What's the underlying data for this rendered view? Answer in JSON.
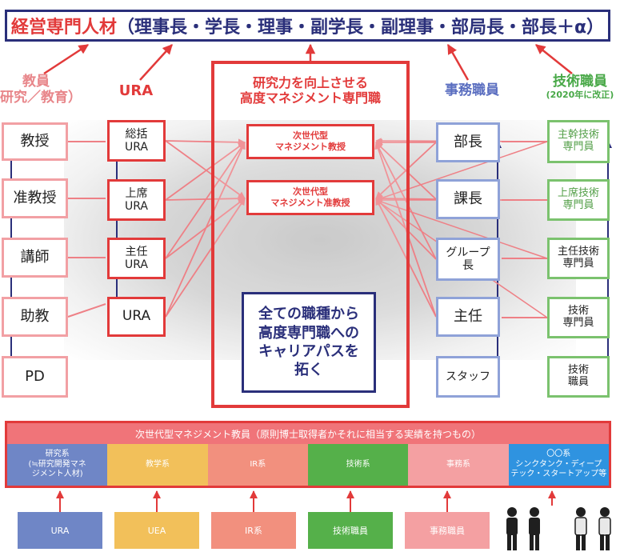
{
  "header": {
    "title_main": "経営専門人材",
    "title_rest": "（理事長・学長・理事・副学長・副理事・部局長・部長＋α）"
  },
  "columns": {
    "faculty": {
      "title": "教員",
      "subtitle": "研究／教育）",
      "items": [
        "教授",
        "准教授",
        "講師",
        "助教",
        "PD"
      ]
    },
    "ura": {
      "title": "URA",
      "items": [
        "総括\nURA",
        "上席\nURA",
        "主任\nURA",
        "URA"
      ]
    },
    "admin": {
      "title": "事務職員",
      "items": [
        "部長",
        "課長",
        "グループ\n長",
        "主任",
        "スタッフ"
      ]
    },
    "tech": {
      "title": "技術職員",
      "subtitle": "(2020年に改正)",
      "items": [
        "主幹技術\n専門員",
        "上席技術\n専門員",
        "主任技術\n専門員",
        "技術\n専門員",
        "技術\n職員"
      ]
    }
  },
  "center": {
    "title": "研究力を向上させる\n高度マネジメント専門職",
    "next_prof": "次世代型\nマネジメント教授",
    "next_assoc": "次世代型\nマネジメント准教授",
    "career_path": "全ての職種から\n高度専門職への\nキャリアパスを\n拓く"
  },
  "bottom": {
    "title": "次世代型マネジメント教員（原則博士取得者かそれに相当する実績を持つもの）",
    "categories": [
      {
        "label": "研究系\n(≒研究開発マネ\nジメント人材)",
        "color": "#6f86c6"
      },
      {
        "label": "教学系",
        "color": "#f2c05a"
      },
      {
        "label": "IR系",
        "color": "#f2907e"
      },
      {
        "label": "技術系",
        "color": "#55b04a"
      },
      {
        "label": "事務系",
        "color": "#f4a0a2"
      },
      {
        "label": "〇〇系\nシンクタンク・ディープ\nテック・スタートアップ等",
        "color": "#2f93e0"
      }
    ],
    "sources": [
      {
        "label": "URA",
        "color": "#6f86c6"
      },
      {
        "label": "UEA",
        "color": "#f2c05a"
      },
      {
        "label": "IR系",
        "color": "#f2907e"
      },
      {
        "label": "技術職員",
        "color": "#55b04a"
      },
      {
        "label": "事務職員",
        "color": "#f4a0a2"
      }
    ]
  },
  "colors": {
    "red": "#e23a3a",
    "navy": "#2a2f7a",
    "pink": "#f2a0a4",
    "blue": "#8fa2d8",
    "green": "#7bc26e"
  }
}
